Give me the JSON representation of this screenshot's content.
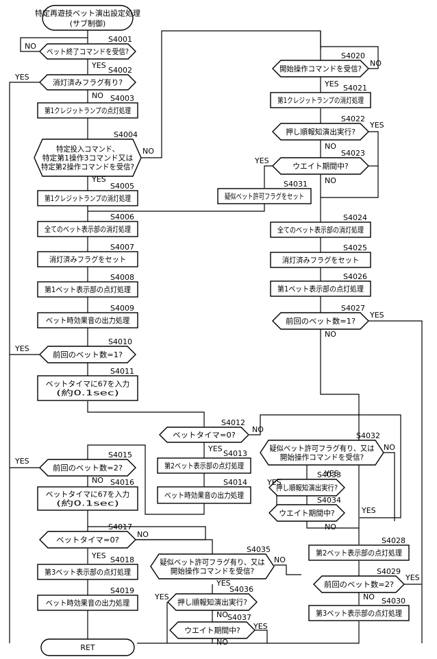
{
  "start": {
    "line1": "特定再遊技ベット演出設定処理",
    "line2": "(サブ制御)"
  },
  "end": "RET",
  "nodes": [
    {
      "id": "S4001",
      "label": "ベット終了コマンドを受信?",
      "kind": "decision"
    },
    {
      "id": "S4002",
      "label": "消灯済みフラグ有り?",
      "kind": "decision"
    },
    {
      "id": "S4003",
      "label": "第1クレジットランプの点灯処理",
      "kind": "process"
    },
    {
      "id": "S4004",
      "label": [
        "特定投入コマンド、",
        "特定第1操作3コマンド又は",
        "特定第2操作コマンドを受信?"
      ],
      "kind": "decision"
    },
    {
      "id": "S4005",
      "label": "第1クレジットランプの消灯処理",
      "kind": "process"
    },
    {
      "id": "S4006",
      "label": "全てのベット表示部の消灯処理",
      "kind": "process"
    },
    {
      "id": "S4007",
      "label": "消灯済みフラグをセット",
      "kind": "process"
    },
    {
      "id": "S4008",
      "label": "第1ベット表示部の点灯処理",
      "kind": "process"
    },
    {
      "id": "S4009",
      "label": "ベット時効果音の出力処理",
      "kind": "process"
    },
    {
      "id": "S4010",
      "label": "前回のベット数=1?",
      "kind": "decision"
    },
    {
      "id": "S4011",
      "label": [
        "ベットタイマに67を入力",
        "(約0.1sec)"
      ],
      "kind": "process"
    },
    {
      "id": "S4012",
      "label": "ベットタイマ=0?",
      "kind": "decision"
    },
    {
      "id": "S4013",
      "label": "第2ベット表示部の点灯処理",
      "kind": "process"
    },
    {
      "id": "S4014",
      "label": "ベット時効果音の出力処理",
      "kind": "process"
    },
    {
      "id": "S4015",
      "label": "前回のベット数=2?",
      "kind": "decision"
    },
    {
      "id": "S4016",
      "label": [
        "ベットタイマに67を入力",
        "(約0.1sec)"
      ],
      "kind": "process"
    },
    {
      "id": "S4017",
      "label": "ベットタイマ=0?",
      "kind": "decision"
    },
    {
      "id": "S4018",
      "label": "第3ベット表示部の点灯処理",
      "kind": "process"
    },
    {
      "id": "S4019",
      "label": "ベット時効果音の出力処理",
      "kind": "process"
    },
    {
      "id": "S4020",
      "label": "開始操作コマンドを受信?",
      "kind": "decision"
    },
    {
      "id": "S4021",
      "label": "第1クレジットランプの消灯処理",
      "kind": "process"
    },
    {
      "id": "S4022",
      "label": "押し順報知演出実行?",
      "kind": "decision"
    },
    {
      "id": "S4023",
      "label": "ウエイト期間中?",
      "kind": "decision"
    },
    {
      "id": "S4031",
      "label": "疑似ベット許可フラグをセット",
      "kind": "process"
    },
    {
      "id": "S4024",
      "label": "全てのベット表示部の消灯処理",
      "kind": "process"
    },
    {
      "id": "S4025",
      "label": "消灯済みフラグをセット",
      "kind": "process"
    },
    {
      "id": "S4026",
      "label": "第1ベット表示部の点灯処理",
      "kind": "process"
    },
    {
      "id": "S4027",
      "label": "前回のベット数=1?",
      "kind": "decision"
    },
    {
      "id": "S4032",
      "label": [
        "疑似ベット許可フラグ有り、又は",
        "開始操作コマンドを受信?"
      ],
      "kind": "decision"
    },
    {
      "id": "S4033",
      "label": "押し順報知演出実行?",
      "kind": "decision"
    },
    {
      "id": "S4034",
      "label": "ウエイト期間中?",
      "kind": "decision"
    },
    {
      "id": "S4028",
      "label": "第2ベット表示部の点灯処理",
      "kind": "process"
    },
    {
      "id": "S4029",
      "label": "前回のベット数=2?",
      "kind": "decision"
    },
    {
      "id": "S4030",
      "label": "第3ベット表示部の点灯処理",
      "kind": "process"
    },
    {
      "id": "S4035",
      "label": [
        "疑似ベット許可フラグ有り、又は",
        "開始操作コマンドを受信?"
      ],
      "kind": "decision"
    },
    {
      "id": "S4036",
      "label": "押し順報知演出実行?",
      "kind": "decision"
    },
    {
      "id": "S4037",
      "label": "ウエイト期間中?",
      "kind": "decision"
    }
  ],
  "yes_label": "YES",
  "no_label": "NO"
}
